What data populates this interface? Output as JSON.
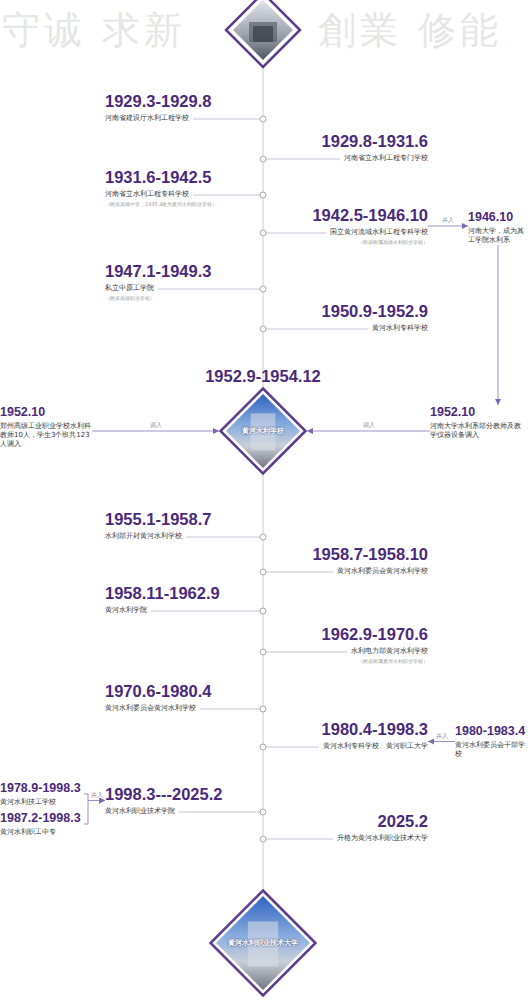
{
  "diagram": {
    "nodes": [
      {
        "text": [
          "1929.3-1929.8",
          "河南省建设厅水利工程学校"
        ]
      },
      {
        "text": [
          "1929.8-1931.6",
          "河南省立水利工程专门学校"
        ]
      },
      {
        "text": [
          "1931.6-1942.5",
          "河南省立水利工程专科学校",
          "（附设高级中学，1935.4改为黄河水利职业学校）"
        ]
      },
      {
        "text": [
          "1942.5-1946.10",
          "国立黄河流域水利工程专科学校",
          "（附设附属高级水利职业学校）"
        ]
      },
      {
        "text": [
          "1946.10",
          "河南大学，成为其工学院水利系"
        ]
      },
      {
        "text": [
          "1947.1-1949.3",
          "私立中原工学院",
          "（附设高级职业学校）"
        ]
      },
      {
        "text": [
          "1950.9-1952.9",
          "黄河水利专科学校"
        ]
      },
      {
        "text": [
          "1952.9-1954.12",
          "黄河水利学校"
        ]
      },
      {
        "text": [
          "1952.10",
          "郑州高级工业职业学校水利科教师10人，学生3个班共123人调入"
        ]
      },
      {
        "text": [
          "1952.10",
          "河南大学水利系部分教师及教学仪器设备调入"
        ]
      },
      {
        "text": [
          "1955.1-1958.7",
          "水利部开封黄河水利学校"
        ]
      },
      {
        "text": [
          "1958.7-1958.10",
          "黄河水利委员会黄河水利学校"
        ]
      },
      {
        "text": [
          "1958.11-1962.9",
          "黄河水利学院"
        ]
      },
      {
        "text": [
          "1962.9-1970.6",
          "水利电力部黄河水利学校",
          "（附设附属黄河水利职业学校）"
        ]
      },
      {
        "text": [
          "1970.6-1980.4",
          "黄河水利委员会黄河水利学校"
        ]
      },
      {
        "text": [
          "1980.4-1998.3",
          "黄河水利专科学校、黄河职工大学"
        ]
      },
      {
        "text": [
          "1980-1983.4",
          "黄河水利委员会干部学校"
        ]
      },
      {
        "text": [
          "1978.9-1998.3",
          "黄河水利技工学校"
        ]
      },
      {
        "text": [
          "1987.2-1998.3",
          "黄河水利职工中专"
        ]
      },
      {
        "text": [
          "1998.3---2025.2",
          "黄河水利职业技术学院"
        ]
      },
      {
        "text": [
          "2025.2",
          "升格为黄河水利职业技术大学"
        ]
      },
      {
        "text": [
          "黄河水利职业技术大学"
        ]
      }
    ],
    "edges": [
      {
        "from": 3,
        "to": 4,
        "label": "并入",
        "arrow": "to"
      },
      {
        "from": 4,
        "to": 9,
        "arrow": "to"
      },
      {
        "from": 8,
        "to": 7,
        "label": "调入",
        "arrow": "to"
      },
      {
        "from": 9,
        "to": 7,
        "label": "调入",
        "arrow": "to"
      },
      {
        "from": 16,
        "to": 15,
        "label": "并入",
        "arrow": "to"
      },
      {
        "from": 17,
        "to": 19,
        "label": "并入",
        "arrow": "to"
      },
      {
        "from": 18,
        "to": 19,
        "arrow": "to"
      }
    ],
    "labels": [
      "守诚 求新",
      "創業 修能"
    ]
  }
}
